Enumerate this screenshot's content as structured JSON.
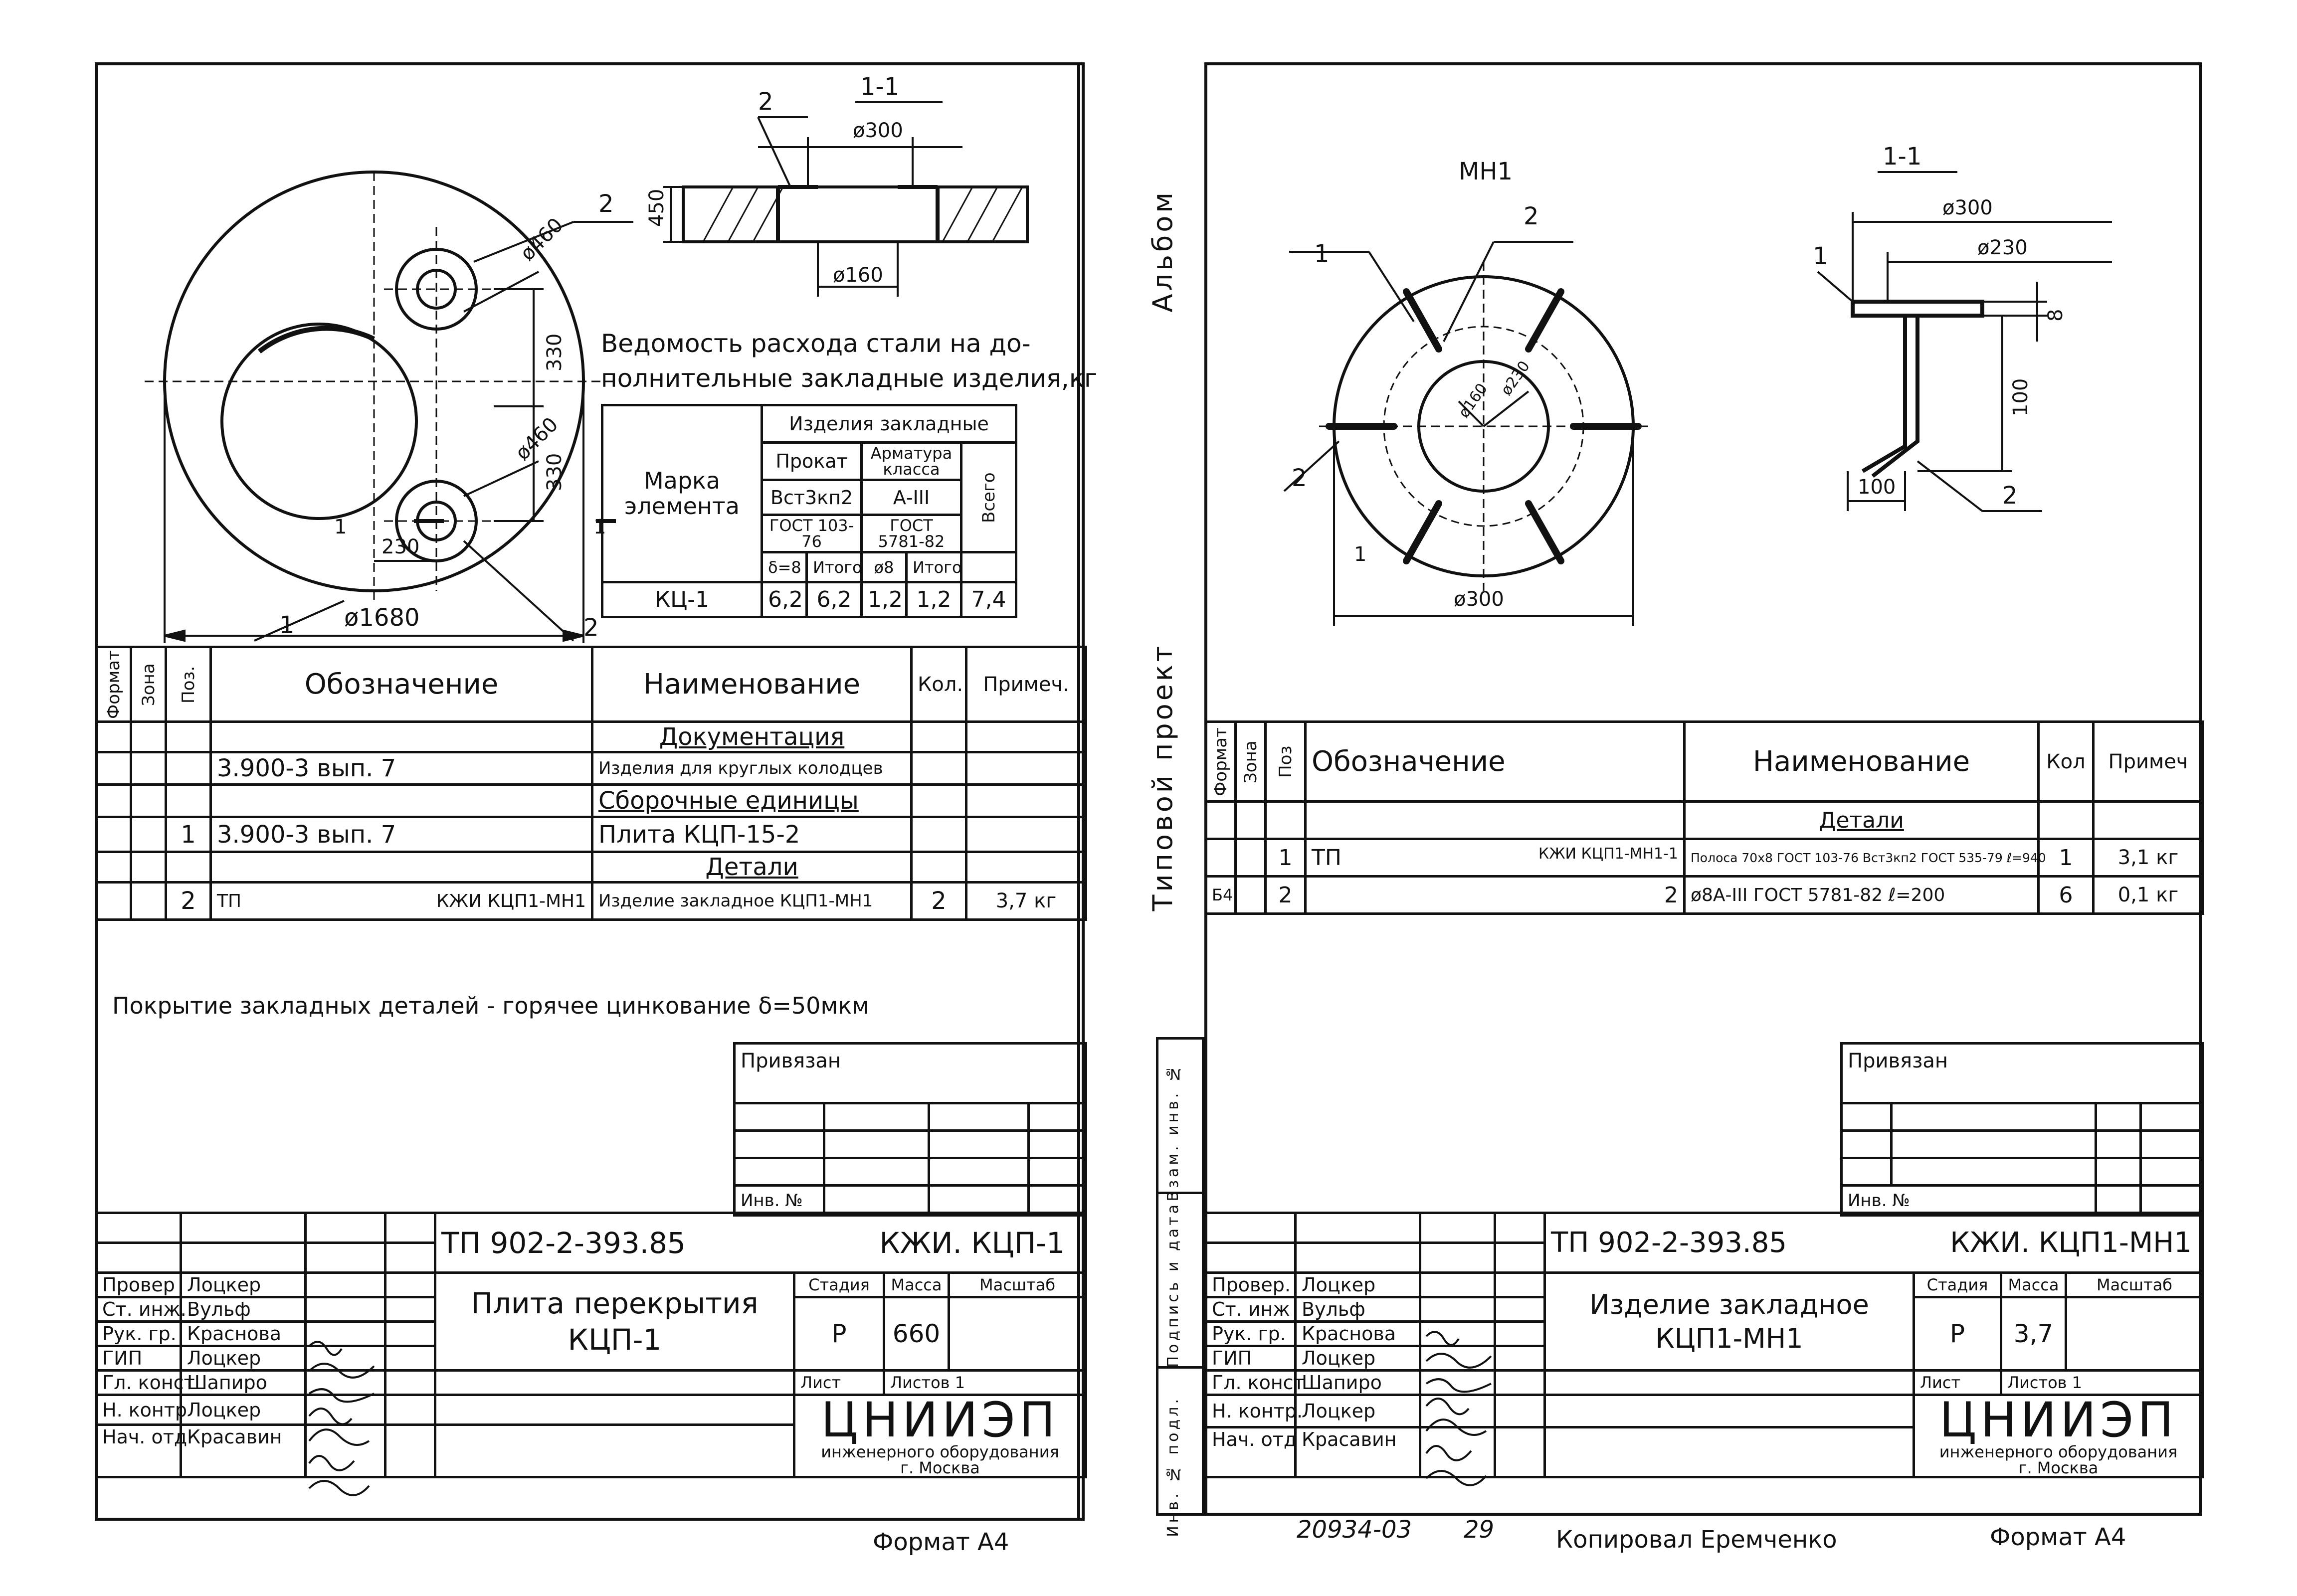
{
  "left": {
    "drawing": {
      "section_title": "1-1",
      "dim_d300": "ø300",
      "dim_450": "450",
      "dim_d160": "ø160",
      "dim_330a": "330",
      "dim_330b": "330",
      "dim_d460a": "ø460",
      "dim_d460b": "ø460",
      "dim_230": "230",
      "dim_d1680": "ø1680",
      "pos1": "1",
      "pos2a": "2",
      "pos2b": "2",
      "pos2c": "2",
      "sec_mark_l": "1",
      "sec_mark_r": "1"
    },
    "steel": {
      "caption_1": "Ведомость расхода стали на до-",
      "caption_2": "полнительные закладные изделия,кг",
      "h_mark_1": "Марка",
      "h_mark_2": "элемента",
      "h_products": "Изделия закладные",
      "h_rolled": "Прокат",
      "h_rebar": "Арматура класса",
      "h_steel": "Вст3кп2",
      "h_rebar_cls": "А-III",
      "h_gost_1": "ГОСТ 103-76",
      "h_gost_2": "ГОСТ 5781-82",
      "h_d8": "δ=8",
      "h_total1": "Итого",
      "h_phi8": "ø8",
      "h_total2": "Итого",
      "h_all": "Всего",
      "row_mark": "КЦ-1",
      "v1": "6,2",
      "v2": "6,2",
      "v3": "1,2",
      "v4": "1,2",
      "v5": "7,4"
    },
    "spec": {
      "h_format": "Формат",
      "h_zone": "Зона",
      "h_pos": "Поз.",
      "h_desig": "Обозначение",
      "h_name": "Наименование",
      "h_qty": "Кол.",
      "h_note": "Примеч.",
      "sec_docs": "Документация",
      "r1_desig": "3.900-3      вып. 7",
      "r1_name": "Изделия для круглых колодцев",
      "sec_units": "Сборочные единицы",
      "r2_pos": "1",
      "r2_desig": "3.900-3      вып. 7",
      "r2_name": "Плита  КЦП-15-2",
      "sec_parts": "Детали",
      "r3_pos": "2",
      "r3_desig_a": "ТП",
      "r3_desig_b": "КЖИ КЦП1-МН1",
      "r3_name": "Изделие закладное КЦП1-МН1",
      "r3_qty": "2",
      "r3_note": "3,7 кг"
    },
    "note": "Покрытие закладных деталей - горячее цинкование δ=50мкм",
    "title_block": {
      "bound": "Привязан",
      "inv": "Инв. №",
      "code": "ТП 902-2-393.85",
      "doc": "КЖИ. КЦП-1",
      "title_1": "Плита перекрытия",
      "title_2": "КЦП-1",
      "stage_h": "Стадия",
      "mass_h": "Масса",
      "scale_h": "Масштаб",
      "stage": "Р",
      "mass": "660",
      "sheet_h": "Лист",
      "sheets_h": "Листов 1",
      "org": "ЦНИИЭП",
      "org_2": "инженерного оборудования",
      "org_3": "г. Москва",
      "roles": [
        "Провер",
        "Ст. инж.",
        "Рук. гр.",
        "ГИП",
        "Гл. конст",
        "Н. контр",
        "Нач. отд"
      ],
      "names": [
        "Лоцкер",
        "Вульф",
        "Краснова",
        "Лоцкер",
        "Шапиро",
        "Лоцкер",
        "Красавин"
      ]
    },
    "format": "Формат А4"
  },
  "right": {
    "drawing": {
      "title": "МН1",
      "section_title": "1-1",
      "dim_d300": "ø300",
      "dim_d230": "ø230",
      "dim_8": "8",
      "dim_100v": "100",
      "dim_100h": "100",
      "dim_d300b": "ø300",
      "dim_d160": "ø160",
      "dim_d230b": "ø230",
      "pos1a": "1",
      "pos1b": "1",
      "pos2a": "2",
      "pos2b": "2",
      "pos2c": "2",
      "sec_mark": "1"
    },
    "spec": {
      "h_format": "Формат",
      "h_zone": "Зона",
      "h_pos": "Поз",
      "h_desig": "Обозначение",
      "h_name": "Наименование",
      "h_qty": "Кол",
      "h_note": "Примеч",
      "sec_parts": "Детали",
      "r1_pos": "1",
      "r1_desig_a": "ТП",
      "r1_desig_b": "КЖИ КЦП1-МН1-1",
      "r1_name": "Полоса 70х8 ГОСТ 103-76 Вст3кп2 ГОСТ 535-79  ℓ=940",
      "r1_qty": "1",
      "r1_note": "3,1 кг",
      "r2_format": "Б4",
      "r2_pos": "2",
      "r2_desig": "2",
      "r2_name": "ø8А-III  ГОСТ 5781-82  ℓ=200",
      "r2_qty": "6",
      "r2_note": "0,1 кг"
    },
    "title_block": {
      "bound": "Привязан",
      "inv": "Инв. №",
      "code": "ТП 902-2-393.85",
      "doc": "КЖИ. КЦП1-МН1",
      "title_1": "Изделие закладное",
      "title_2": "КЦП1-МН1",
      "stage_h": "Стадия",
      "mass_h": "Масса",
      "scale_h": "Масштаб",
      "stage": "Р",
      "mass": "3,7",
      "sheet_h": "Лист",
      "sheets_h": "Листов 1",
      "org": "ЦНИИЭП",
      "org_2": "инженерного оборудования",
      "org_3": "г. Москва",
      "roles": [
        "Провер.",
        "Ст. инж",
        "Рук. гр.",
        "ГИП",
        "Гл. конст",
        "Н. контр.",
        "Нач. отд"
      ],
      "names": [
        "Лоцкер",
        "Вульф",
        "Краснова",
        "Лоцкер",
        "Шапиро",
        "Лоцкер",
        "Красавин"
      ]
    },
    "side_labels": {
      "album": "Альбом",
      "project": "Типовой проект",
      "s1": "Взам. инв. №",
      "s2": "Подпись и дата",
      "s3": "Инв. № подл."
    },
    "footer_id": "20934-03",
    "footer_sheet": "29",
    "copied": "Копировал Еремченко",
    "format": "Формат А4"
  }
}
